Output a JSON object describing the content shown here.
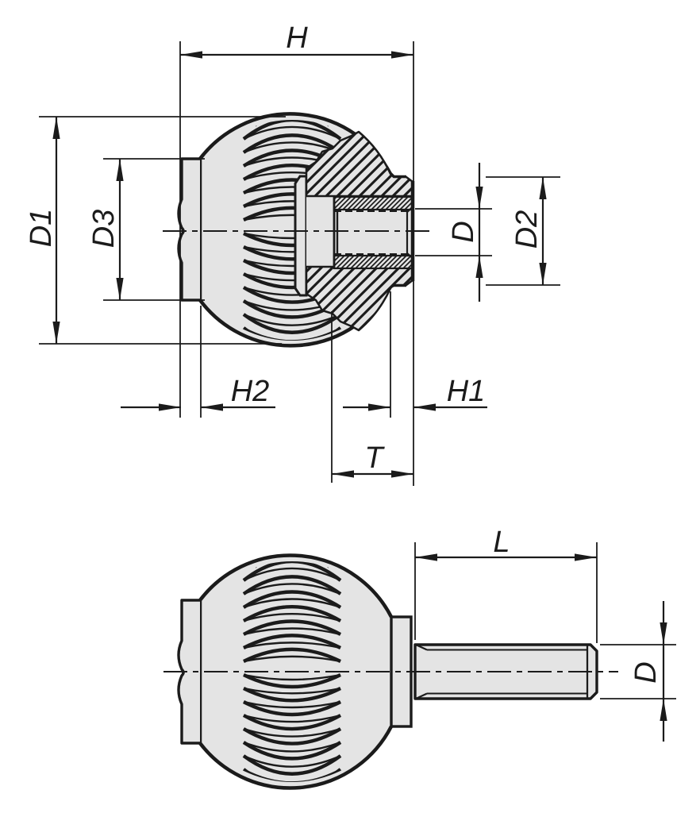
{
  "diagram": {
    "type": "technical-drawing",
    "subject": "Ball knob with knurled grooves: sectioned view with threaded blind-hole insert (top) and side view with external threaded stud (bottom)",
    "colors": {
      "background": "#ffffff",
      "line": "#1b1b1b",
      "part_fill": "#e4e4e4"
    },
    "views": [
      {
        "id": "section-view",
        "description": "Broken-out section through knob showing tapped insert",
        "dimension_labels": [
          "H",
          "D1",
          "D3",
          "D",
          "D2",
          "H2",
          "H1",
          "T"
        ]
      },
      {
        "id": "side-view",
        "description": "Knob with threaded stud",
        "dimension_labels": [
          "L",
          "D"
        ]
      }
    ],
    "labels": {
      "H": "H",
      "D1": "D1",
      "D3": "D3",
      "D": "D",
      "D2": "D2",
      "H2": "H2",
      "H1": "H1",
      "T": "T",
      "L": "L"
    }
  }
}
